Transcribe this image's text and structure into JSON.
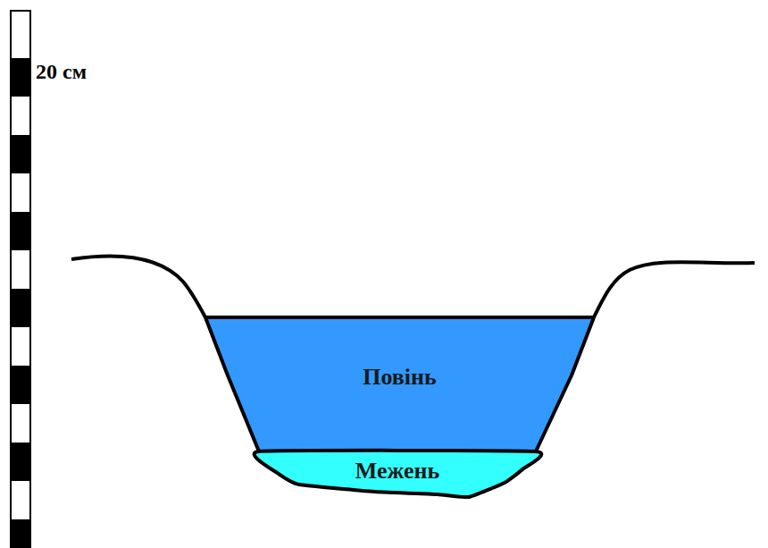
{
  "diagram": {
    "nodes": [
      {
        "text": [
          "Повінь"
        ]
      },
      {
        "text": [
          "Межень"
        ]
      }
    ],
    "labels": [
      "20 см"
    ]
  }
}
